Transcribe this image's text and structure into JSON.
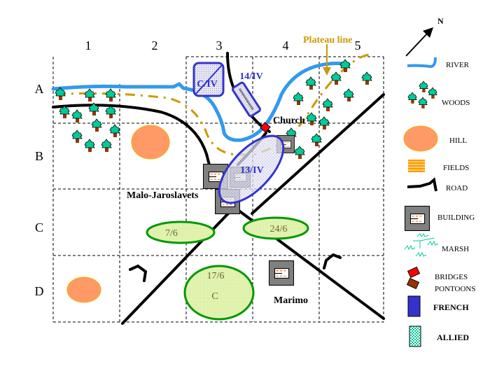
{
  "map": {
    "columns": [
      "1",
      "2",
      "3",
      "4",
      "5"
    ],
    "rows": [
      "A",
      "B",
      "C",
      "D"
    ],
    "labels": {
      "plateau_line": "Plateau line",
      "church": "Church",
      "town": "Malo-Jaroslavets",
      "village": "Marimo"
    },
    "units": {
      "french": [
        {
          "id": "civ",
          "label": "C/IV"
        },
        {
          "id": "14iv",
          "label": "14/IV"
        },
        {
          "id": "13iv",
          "label": "13/IV"
        }
      ],
      "allied": [
        {
          "id": "7-6",
          "label": "7/6"
        },
        {
          "id": "24-6",
          "label": "24/6"
        },
        {
          "id": "17-6",
          "label": "17/6",
          "sublabel": "C"
        }
      ]
    }
  },
  "legend": {
    "north": "N",
    "items": [
      {
        "key": "river",
        "label": "RIVER"
      },
      {
        "key": "woods",
        "label": "WOODS"
      },
      {
        "key": "hill",
        "label": "HILL"
      },
      {
        "key": "fields",
        "label": "FIELDS"
      },
      {
        "key": "road",
        "label": "ROAD"
      },
      {
        "key": "building",
        "label": "BUILDING"
      },
      {
        "key": "marsh",
        "label": "MARSH"
      },
      {
        "key": "bridges",
        "label": "BRIDGES"
      },
      {
        "key": "pontoons",
        "label": "PONTOONS"
      },
      {
        "key": "french",
        "label": "FRENCH"
      },
      {
        "key": "allied",
        "label": "ALLIED"
      }
    ]
  },
  "colors": {
    "river": "#3399ee",
    "plateau": "#cc9900",
    "hill": "#ff9966",
    "hill_border": "#ffaa00",
    "tree": "#00cc99",
    "trunk": "#993300",
    "french": "#3333cc",
    "allied_border": "#009900",
    "allied_fill": "#ddf2aa",
    "building": "#808080",
    "bridge": "#ff0000",
    "pontoon": "#993300",
    "marsh": "#00cc99"
  }
}
